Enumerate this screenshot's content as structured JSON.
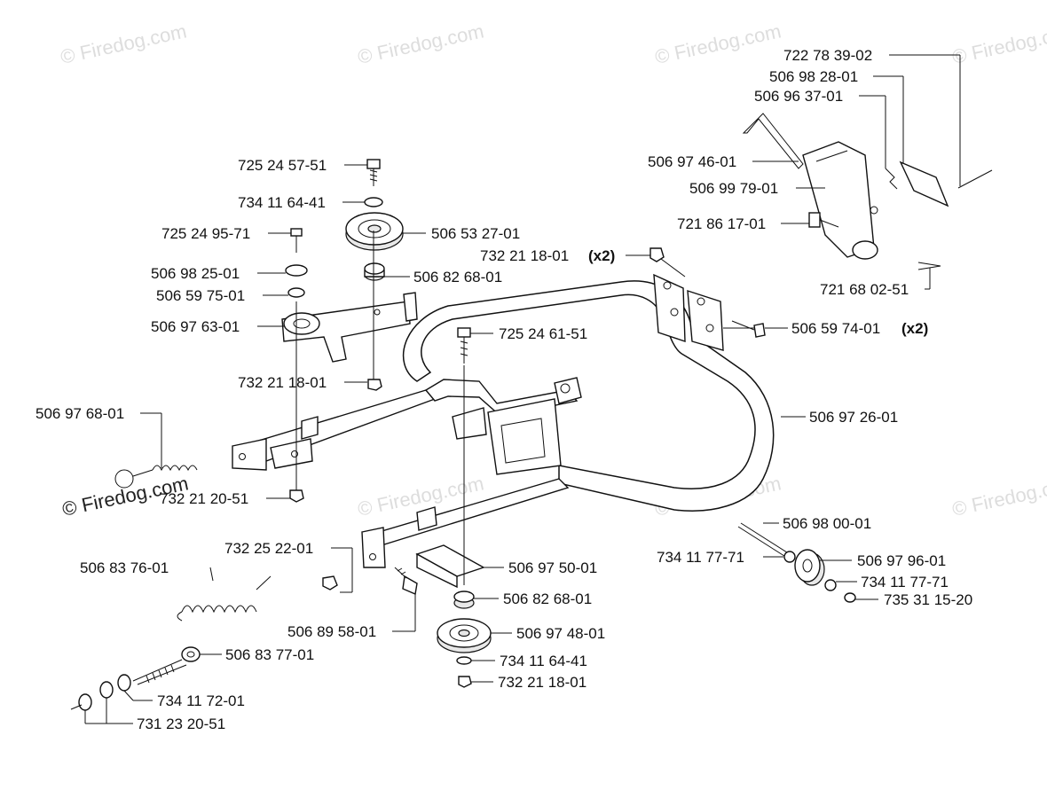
{
  "watermark": {
    "text": "© Firedog.com",
    "brand": "Firedog.com"
  },
  "labels": {
    "p722783902": "722 78 39-02",
    "p506982801": "506 98 28-01",
    "p506963701": "506 96 37-01",
    "p506974601": "506 97 46-01",
    "p506997901": "506 99 79-01",
    "p721861701": "721 86 17-01",
    "p732211801_x2": "732 21 18-01",
    "qty_x2_a": "(x2)",
    "p721680251": "721 68 02-51",
    "p506597401": "506 59 74-01",
    "qty_x2_b": "(x2)",
    "p725245751": "725 24 57-51",
    "p734116441_top": "734 11 64-41",
    "p506532701": "506 53 27-01",
    "p725249571": "725 24 95-71",
    "p506982501": "506 98 25-01",
    "p506826801_top": "506 82 68-01",
    "p506597501": "506 59 75-01",
    "p506976301": "506 97 63-01",
    "p725246151": "725 24 61-51",
    "p732211801_mid": "732 21 18-01",
    "p506976801": "506 97 68-01",
    "p506972601": "506 97 26-01",
    "p732212051": "732 21 20-51",
    "p506980001": "506 98 00-01",
    "p732252201": "732 25 22-01",
    "p734117771_a": "734 11 77-71",
    "p506979601": "506 97 96-01",
    "p506975001": "506 97 50-01",
    "p734117771_b": "734 11 77-71",
    "p506837601": "506 83 76-01",
    "p735311520": "735 31 15-20",
    "p506826801_bot": "506 82 68-01",
    "p506895801": "506 89 58-01",
    "p506974801": "506 97 48-01",
    "p506837701": "506 83 77-01",
    "p734116441_bot": "734 11 64-41",
    "p732211801_bot": "732 21 18-01",
    "p734117201": "734 11 72-01",
    "p731232051": "731 23 20-51"
  }
}
